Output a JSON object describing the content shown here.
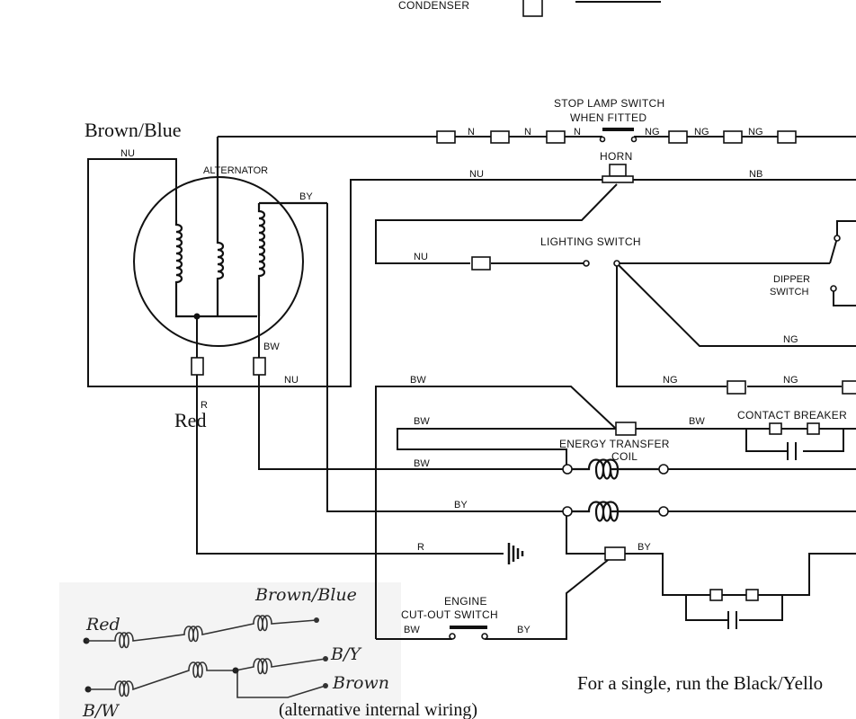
{
  "labels": {
    "condenser": "CONDENSER",
    "stop_lamp_switch_line1": "STOP LAMP SWITCH",
    "stop_lamp_switch_line2": "WHEN FITTED",
    "horn": "HORN",
    "alternator": "ALTERNATOR",
    "lighting_switch": "LIGHTING SWITCH",
    "dipper_switch_line1": "DIPPER",
    "dipper_switch_line2": "SWITCH",
    "contact_breaker": "CONTACT BREAKER",
    "energy_transfer_coil_line1": "ENERGY TRANSFER",
    "energy_transfer_coil_line2": "COIL",
    "engine_cutout_line1": "ENGINE",
    "engine_cutout_line2": "CUT-OUT SWITCH"
  },
  "wire_codes": {
    "n": "N",
    "ng": "NG",
    "nu": "NU",
    "nb": "NB",
    "by": "BY",
    "bw": "BW",
    "r": "R"
  },
  "annotations": {
    "brown_blue": "Brown/Blue",
    "red": "Red",
    "single_note": "For a single, run the Black/Yello",
    "alt_wiring": "(alternative internal wiring)"
  },
  "handwritten": {
    "red": "Red",
    "brown_blue": "Brown/Blue",
    "by": "B/Y",
    "brown": "Brown",
    "bw": "B/W"
  }
}
